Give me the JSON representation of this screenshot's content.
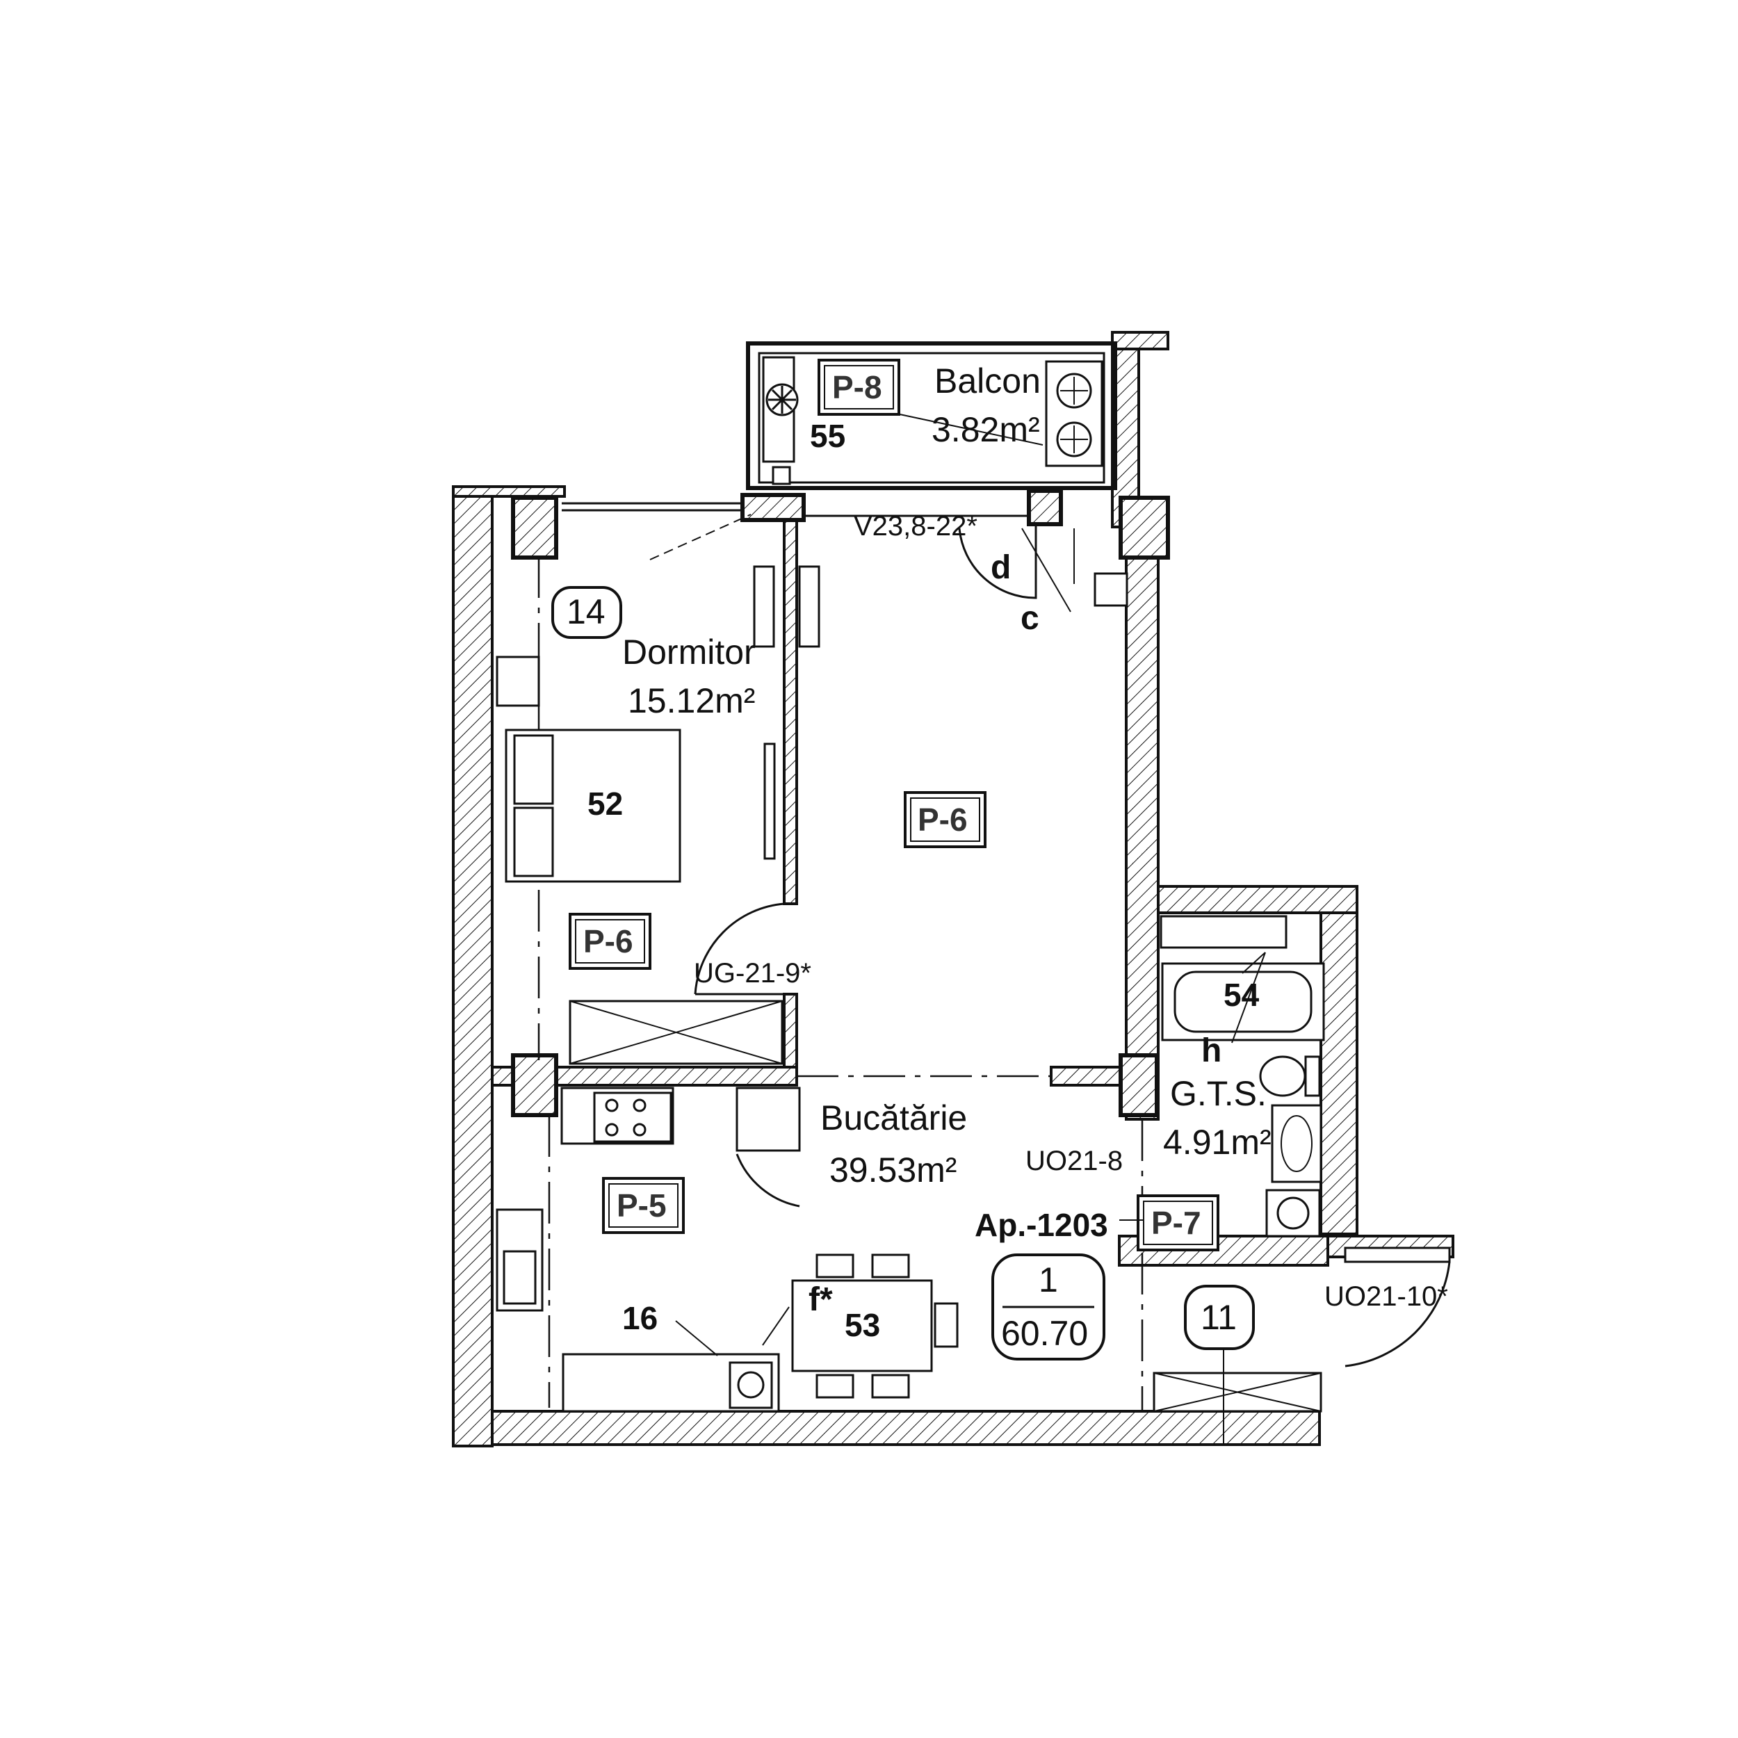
{
  "plan": {
    "apartment": "Ap.-1203",
    "rooms": {
      "balcon": {
        "name": "Balcon",
        "area": "3.82m²"
      },
      "dormitor": {
        "name": "Dormitor",
        "area": "15.12m²"
      },
      "bucatarie": {
        "name": "Bucătărie",
        "area": "39.53m²"
      },
      "gts": {
        "name": "G.T.S.",
        "area": "4.91m²"
      }
    },
    "tags": {
      "p8": "P-8",
      "p6_living": "P-6",
      "p6_bedroom": "P-6",
      "p5": "P-5",
      "p7": "P-7"
    },
    "numbers": {
      "n55": "55",
      "n52": "52",
      "n54": "54",
      "n53": "53",
      "n16": "16"
    },
    "circles": {
      "c14": "14",
      "c11": "11"
    },
    "summary": {
      "top": "1",
      "bottom": "60.70"
    },
    "door_refs": {
      "v23": "V23,8-22*",
      "ug21": "UG-21-9*",
      "uo21_8": "UO21-8",
      "uo21_10": "UO21-10*"
    },
    "letters": {
      "d": "d",
      "c": "c",
      "h": "h",
      "f": "f*"
    }
  }
}
